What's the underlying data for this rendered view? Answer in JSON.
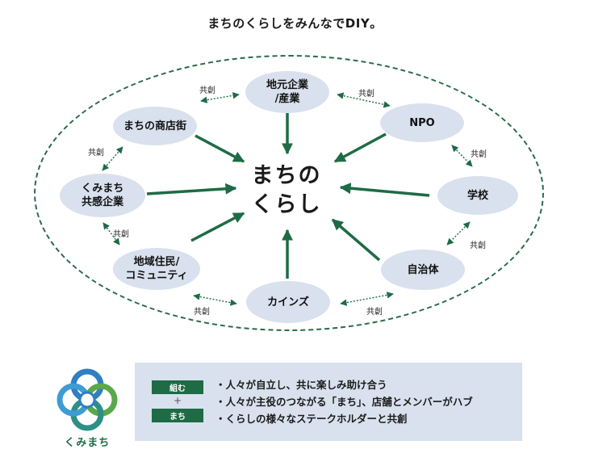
{
  "title": "まちのくらしをみんなでDIY。",
  "center": "まちの\nくらし",
  "nodes": {
    "local": "地元企業\n/産業",
    "npo": "NPO",
    "school": "学校",
    "gov": "自治体",
    "cainz": "カインズ",
    "residents": "地域住民/\nコミュニティ",
    "kumimachi": "くみまち\n共感企業",
    "shops": "まちの商店街"
  },
  "kyoso": "共創",
  "logo_text": "くみまち",
  "info": {
    "tag1": "組む",
    "plus": "+",
    "tag2": "まち",
    "bullets": [
      "・人々が自立し、共に楽しみ助け合う",
      "・人々が主役のつながる「まち」、店舗とメンバーがハブ",
      "・くらしの様々なステークホルダーと共創"
    ]
  },
  "colors": {
    "green": "#1e6b45",
    "node_fill": "#d9e1ee",
    "logo_blue": "#2f7fc1",
    "logo_green": "#5aa84a",
    "logo_teal": "#2e8f86"
  }
}
